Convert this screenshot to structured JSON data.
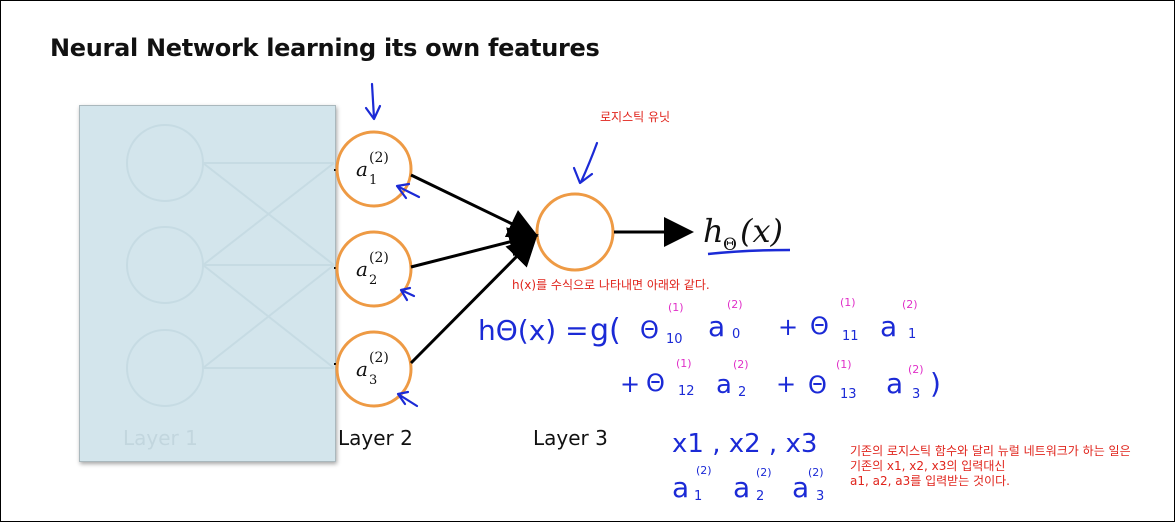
{
  "title": "Neural Network learning its own features",
  "layers": {
    "layer1": "Layer 1",
    "layer2": "Layer 2",
    "layer3": "Layer 3"
  },
  "nodes": {
    "a1": {
      "base": "a",
      "sup": "(2)",
      "sub": "1"
    },
    "a2": {
      "base": "a",
      "sup": "(2)",
      "sub": "2"
    },
    "a3": {
      "base": "a",
      "sup": "(2)",
      "sub": "3"
    }
  },
  "output": {
    "h": "h",
    "sub": "Θ",
    "arg": "(x)"
  },
  "annotations": {
    "logistic_unit": "로지스틱 유닛",
    "formula_note": "h(x)를 수식으로 나타내면 아래와 같다.",
    "explanation": [
      "기존의 로지스틱 함수와 달리 뉴럴 네트워크가 하는 일은",
      "기존의 x1, x2, x3의 입력대신",
      "a1, a2, a3를 입력받는 것이다."
    ]
  },
  "handwriting": {
    "lhs": "hΘ(x) =",
    "g": "g(",
    "line1": [
      "Θ",
      "(1)",
      "10",
      "a",
      "(2)",
      "0",
      "+",
      "Θ",
      "(1)",
      "11",
      "a",
      "(2)",
      "1"
    ],
    "line2": [
      "+",
      "Θ",
      "(1)",
      "12",
      "a",
      "(2)",
      "2",
      "+",
      "Θ",
      "(1)",
      "13",
      "a",
      "(2)",
      "3",
      ")"
    ],
    "inputs_x": "x1 , x2 , x3",
    "inputs_a": [
      "a",
      "1",
      "a",
      "2",
      "a",
      "3",
      "(2)"
    ]
  },
  "colors": {
    "node_stroke": "#ee9a44",
    "pen_blue": "#1b2ad6",
    "pen_magenta": "#e030c8",
    "note_red": "#e0241c",
    "layer1_fill": "#d3e5ec"
  }
}
